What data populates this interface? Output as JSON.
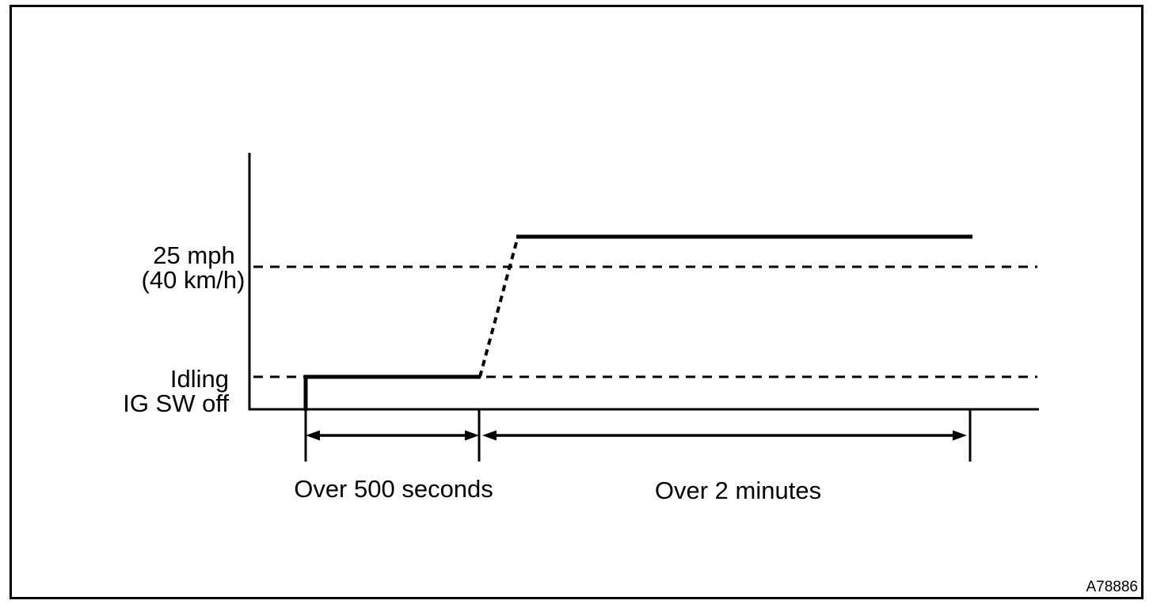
{
  "figure": {
    "background_color": "#ffffff",
    "line_color": "#000000",
    "code": "A78886",
    "labels": {
      "speed_high_line1": "25 mph",
      "speed_high_line2": "(40 km/h)",
      "speed_low_line1": "Idling",
      "speed_low_line2": "IG SW off",
      "duration_phase1": "Over 500 seconds",
      "duration_phase2": "Over 2 minutes"
    }
  },
  "chart_data": {
    "type": "line",
    "title": "",
    "y_levels": [
      "IG SW off",
      "Idling",
      "25 mph (40 km/h)"
    ],
    "reference_lines": [
      {
        "label": "25 mph (40 km/h)",
        "style": "dashed"
      },
      {
        "label": "Idling",
        "style": "dashed"
      }
    ],
    "segments": [
      {
        "phase": 1,
        "level": "Idling",
        "duration": "Over 500 seconds",
        "line_style": "solid"
      },
      {
        "phase": 2,
        "transition": "Idling to above 25 mph (40 km/h)",
        "line_style": "dashed-diagonal"
      },
      {
        "phase": 3,
        "level": "above 25 mph (40 km/h)",
        "duration": "Over 2 minutes",
        "line_style": "solid"
      }
    ],
    "legend_position": "none",
    "grid": false,
    "annotation": "A78886"
  }
}
